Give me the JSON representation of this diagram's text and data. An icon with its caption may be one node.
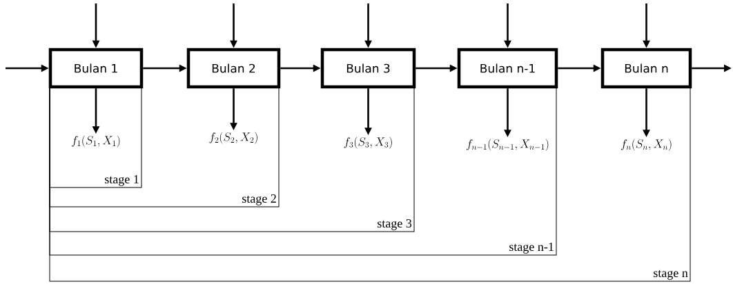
{
  "diagram": {
    "nodes": [
      {
        "text": [
          "Bulan 1"
        ]
      },
      {
        "text": [
          "Bulan 2"
        ]
      },
      {
        "text": [
          "Bulan 3"
        ]
      },
      {
        "text": [
          "Bulan n-1"
        ]
      },
      {
        "text": [
          "Bulan n"
        ]
      },
      {
        "text": [
          "f_{1}(S_{1},X_{1})"
        ]
      },
      {
        "text": [
          "f_{2}(S_{2},X_{2})"
        ]
      },
      {
        "text": [
          "f_{3}(S_{3},X_{3})"
        ]
      },
      {
        "text": [
          "f_{n-1}(S_{n-1},X_{n-1})"
        ]
      },
      {
        "text": [
          "f_{n}(S_{n},X_{n})"
        ]
      }
    ],
    "edges": [
      {
        "from": null,
        "to": 0,
        "arrow": "to"
      },
      {
        "from": 0,
        "to": 1,
        "arrow": "to"
      },
      {
        "from": 1,
        "to": 2,
        "arrow": "to"
      },
      {
        "from": 2,
        "to": 3,
        "arrow": "to"
      },
      {
        "from": 3,
        "to": 4,
        "arrow": "to"
      },
      {
        "from": 4,
        "to": null,
        "arrow": "to"
      },
      {
        "from": null,
        "to": 0,
        "arrow": "to"
      },
      {
        "from": null,
        "to": 1,
        "arrow": "to"
      },
      {
        "from": null,
        "to": 2,
        "arrow": "to"
      },
      {
        "from": null,
        "to": 3,
        "arrow": "to"
      },
      {
        "from": null,
        "to": 4,
        "arrow": "to"
      },
      {
        "from": 0,
        "to": 5,
        "arrow": "to"
      },
      {
        "from": 1,
        "to": 6,
        "arrow": "to"
      },
      {
        "from": 2,
        "to": 7,
        "arrow": "to"
      },
      {
        "from": 3,
        "to": 8,
        "arrow": "to"
      },
      {
        "from": 4,
        "to": 9,
        "arrow": "to"
      }
    ],
    "labels": [
      "stage 1",
      "stage 2",
      "stage 3",
      "stage n-1",
      "stage n"
    ]
  }
}
